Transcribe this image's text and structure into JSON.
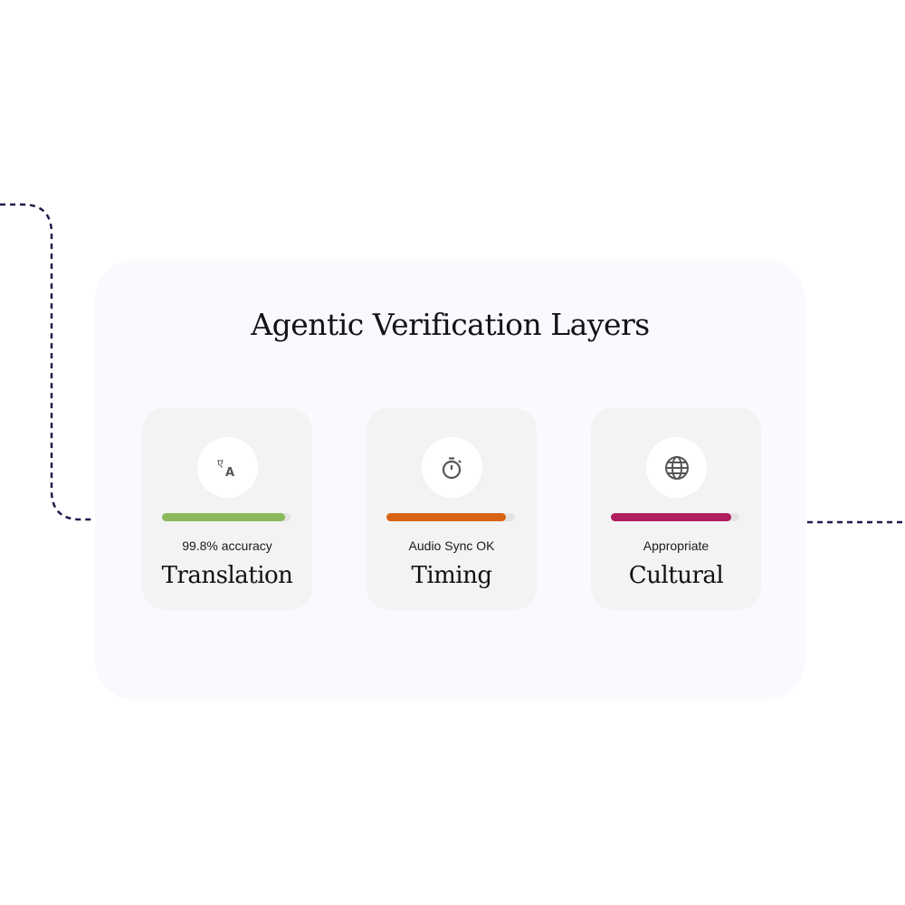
{
  "title": "Agentic Verification Layers",
  "colors": {
    "connector": "#1f1b4d"
  },
  "layers": [
    {
      "name": "Translation",
      "status": "99.8% accuracy",
      "icon": "translate-icon",
      "progress": 0.96,
      "color": "#8aba5c"
    },
    {
      "name": "Timing",
      "status": "Audio Sync OK",
      "icon": "stopwatch-icon",
      "progress": 0.93,
      "color": "#d76413"
    },
    {
      "name": "Cultural",
      "status": "Appropriate",
      "icon": "globe-icon",
      "progress": 0.94,
      "color": "#b01e5f"
    }
  ]
}
